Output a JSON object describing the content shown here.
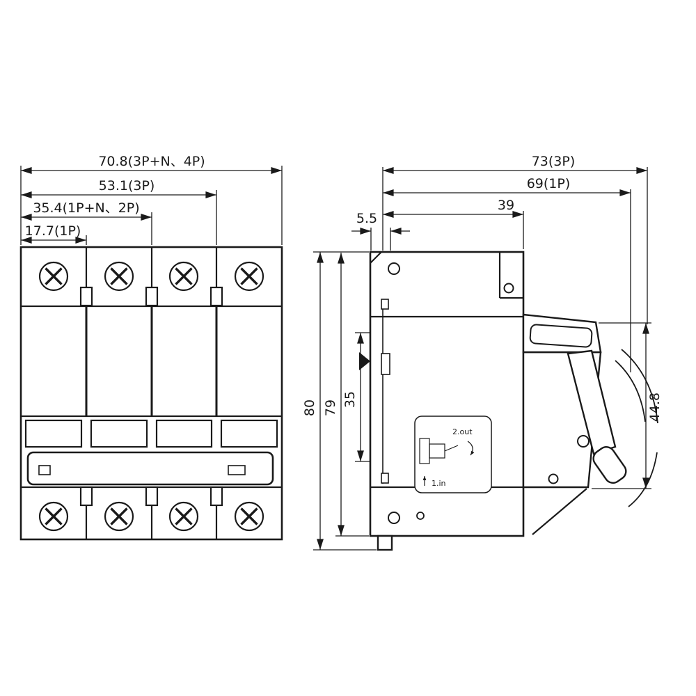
{
  "front_view": {
    "dimensions": {
      "width_4p": "70.8(3P+N、4P)",
      "width_3p": "53.1(3P)",
      "width_2p": "35.4(1P+N、2P)",
      "width_1p": "17.7(1P)"
    }
  },
  "side_view": {
    "dimensions": {
      "depth_3p": "73(3P)",
      "depth_1p": "69(1P)",
      "body_depth": "39",
      "rail_step": "5.5",
      "height_total": "80",
      "height_body": "79",
      "rail_recess": "35",
      "front_height": "44.8"
    },
    "mount_label": {
      "step_out": "2.out",
      "step_in": "1.in"
    }
  },
  "colors": {
    "line": "#1a1a1a",
    "background": "#ffffff"
  }
}
